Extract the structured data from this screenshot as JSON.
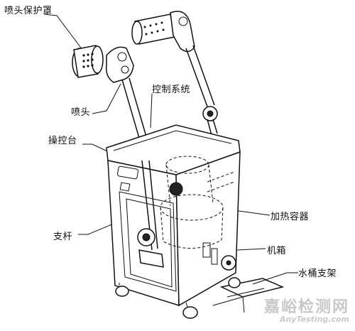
{
  "labels": {
    "nozzle_guard": "喷头保护罩",
    "nozzle": "喷头",
    "control_system": "控制系统",
    "console": "操控台",
    "heating_container": "加热容器",
    "support_rod": "支杆",
    "cabinet": "机箱",
    "bucket_stand": "水桶支架"
  },
  "watermark": {
    "cn": "嘉峪检测网",
    "en": "AnyTesting.com"
  }
}
